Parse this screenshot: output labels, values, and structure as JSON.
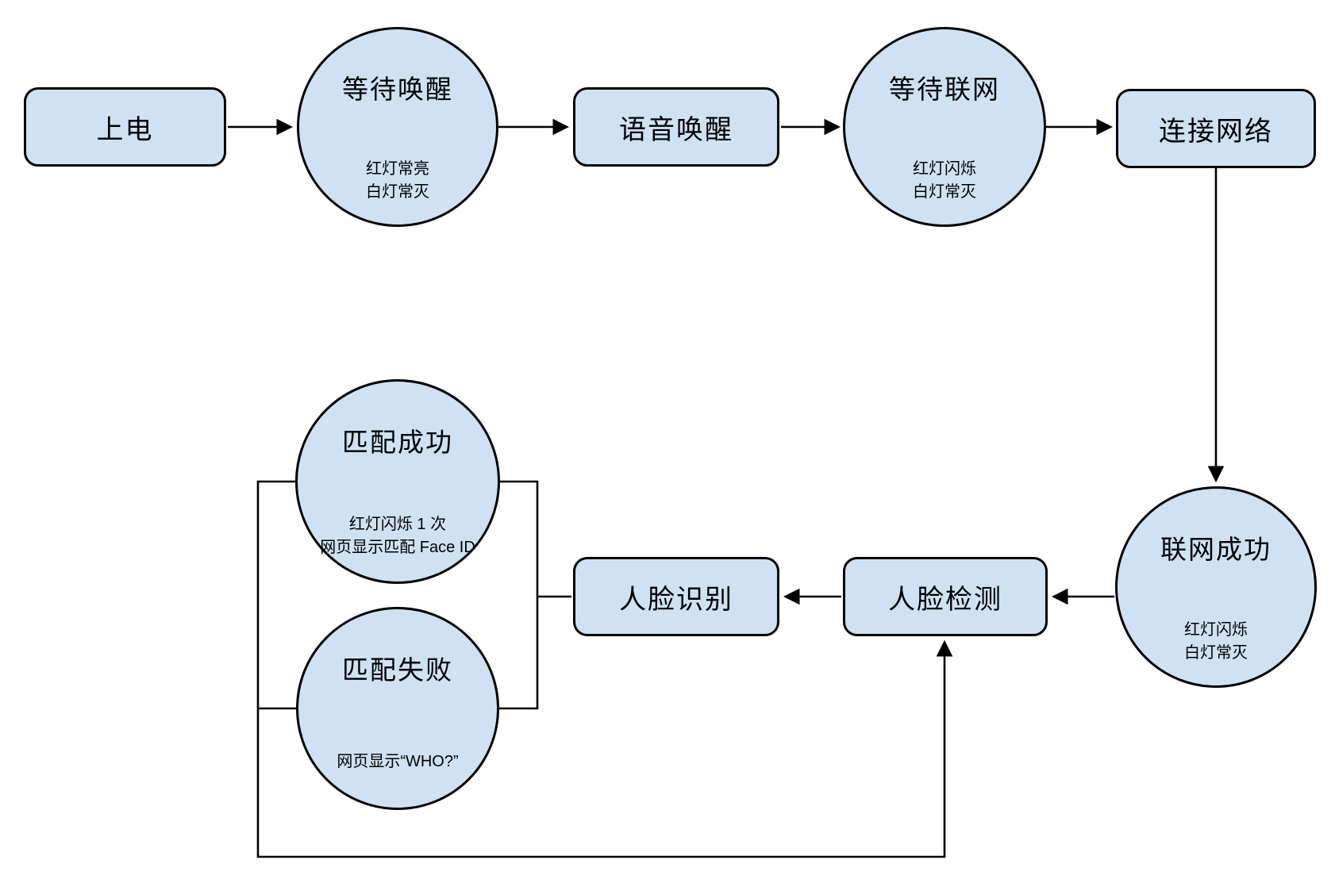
{
  "diagram": {
    "background_color": "#ffffff",
    "node_fill_color": "#cfe2f3",
    "node_stroke_color": "#000000",
    "connector_color": "#000000",
    "nodes": {
      "power_on": {
        "label": "上电"
      },
      "wait_wake": {
        "label": "等待唤醒",
        "note1": "红灯常亮",
        "note2": "白灯常灭"
      },
      "voice_wake": {
        "label": "语音唤醒"
      },
      "wait_network": {
        "label": "等待联网",
        "note1": "红灯闪烁",
        "note2": "白灯常灭"
      },
      "connect_network": {
        "label": "连接网络"
      },
      "network_success": {
        "label": "联网成功",
        "note1": "红灯闪烁",
        "note2": "白灯常灭"
      },
      "face_detect": {
        "label": "人脸检测"
      },
      "face_recognize": {
        "label": "人脸识别"
      },
      "match_success": {
        "label": "匹配成功",
        "note1": "红灯闪烁 1 次",
        "note2": "网页显示匹配 Face ID"
      },
      "match_fail": {
        "label": "匹配失败",
        "note1": "网页显示“WHO?”"
      }
    }
  }
}
